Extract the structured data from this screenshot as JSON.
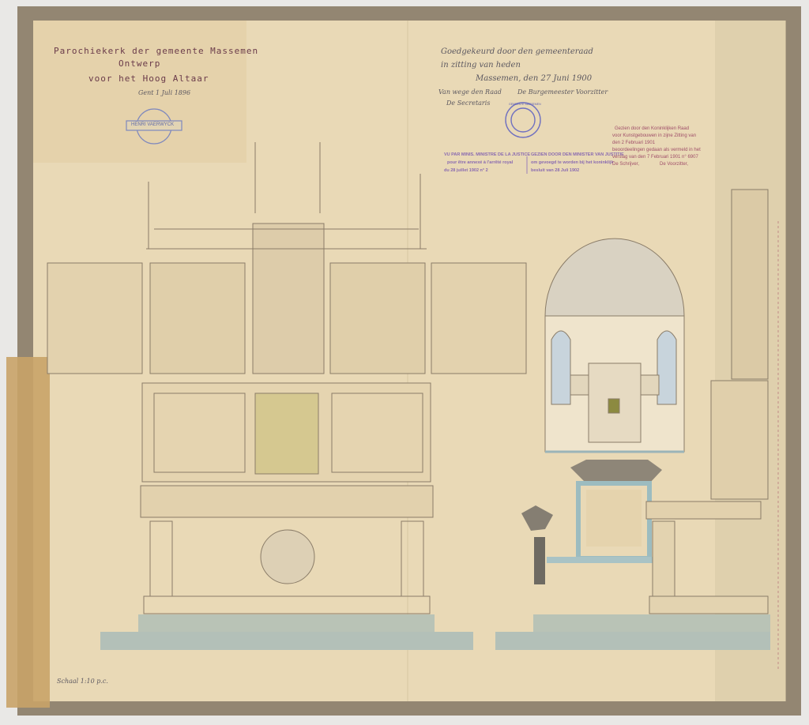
{
  "title_block": {
    "line1": "Parochiekerk der gemeente Massemen",
    "line2": "Ontwerp",
    "line3": "voor het Hoog Altaar",
    "date": "Gent 1 Juli 1896",
    "architect_stamp": "HENRI VAERWYCK"
  },
  "approval": {
    "line1": "Goedgekeurd door den gemeenteraad",
    "line2": "in zitting van heden",
    "line3": "Massemen, den 27 Juni 1900",
    "left_label": "Van wege den Raad",
    "left_role": "De Secretaris",
    "right_label": "De Burgemeester Voorzitter",
    "seal_text": "GEMEENTE MASSEMEN"
  },
  "ministry_stamp": {
    "fr_line1": "VU PAR MINIS. MINISTRE DE LA JUSTICE",
    "fr_line2": "pour être annexé à l'arrêté royal",
    "fr_line3": "du 28 juillet 1902 n° 2",
    "nl_line1": "GEZIEN DOOR DEN MINISTER VAN JUSTITIE",
    "nl_line2": "om gevoegd te worden bij het koninklijk",
    "nl_line3": "besluit van 28 Juli 1902"
  },
  "commission": {
    "line1": "Gezien door den Koninklijken Raad",
    "line2": "voor Kunstgebouwen in zijne Zitting van",
    "line3": "den 2 Februari 1901",
    "line4": "beoordeelingen gedaan als vermeld in het",
    "line5": "verslag van den 7 Februari 1901 n° 6907",
    "secretary": "De Schrijver,",
    "chairman": "De Voorzitter,"
  },
  "scale_note": "Schaal 1:10 p.c."
}
